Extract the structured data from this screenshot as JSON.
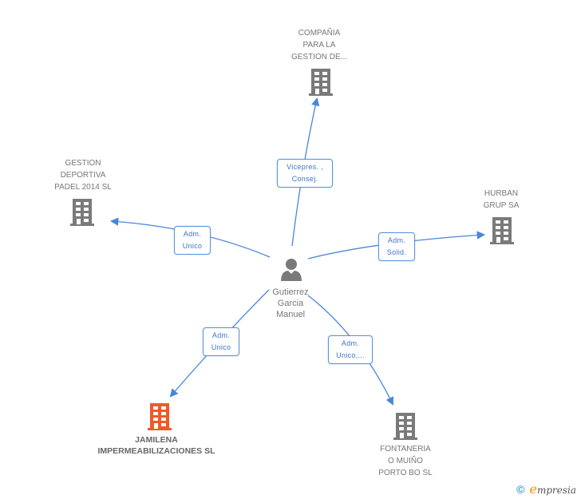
{
  "center": {
    "name": "Gutierrez\nGarcia\nManuel",
    "icon": "person-icon"
  },
  "companies": [
    {
      "id": "compania",
      "name": "COMPAÑIA\nPARA LA\nGESTION DE...",
      "icon": "building-icon",
      "highlight": false
    },
    {
      "id": "gestion-deportiva",
      "name": "GESTION\nDEPORTIVA\nPADEL 2014  SL",
      "icon": "building-icon",
      "highlight": false
    },
    {
      "id": "hurban",
      "name": "HURBAN\nGRUP SA",
      "icon": "building-icon",
      "highlight": false
    },
    {
      "id": "jamilena",
      "name": "JAMILENA\nIMPERMEABILIZACIONES SL",
      "icon": "building-icon",
      "highlight": true
    },
    {
      "id": "fontaneria",
      "name": "FONTANERIA\nO MUIÑO\nPORTO BO SL",
      "icon": "building-icon",
      "highlight": false
    }
  ],
  "relations": [
    {
      "to": "compania",
      "label": "Vicepres. ,\nConsej."
    },
    {
      "to": "gestion-deportiva",
      "label": "Adm.\nUnico"
    },
    {
      "to": "hurban",
      "label": "Adm.\nSolid."
    },
    {
      "to": "jamilena",
      "label": "Adm.\nUnico"
    },
    {
      "to": "fontaneria",
      "label": "Adm.\nUnico,..."
    }
  ],
  "colors": {
    "edge": "#4a86d8",
    "building": "#7a7a7a",
    "building_highlight": "#f05a28",
    "person": "#7a7a7a"
  },
  "footer": {
    "copyright_symbol": "©",
    "brand_initial": "e",
    "brand_rest": "mpresia"
  }
}
